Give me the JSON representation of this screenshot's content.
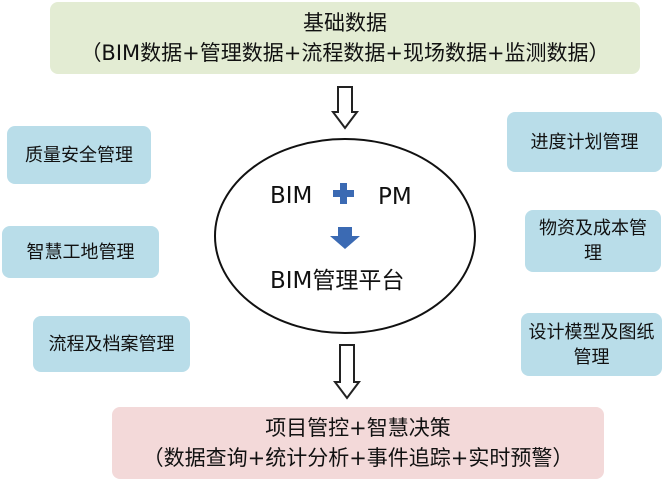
{
  "top": {
    "title": "基础数据",
    "subtitle": "（BIM数据+管理数据+流程数据+现场数据+监测数据）"
  },
  "left_boxes": [
    "质量安全管理",
    "智慧工地管理",
    "流程及档案管理"
  ],
  "right_boxes": [
    "进度计划管理",
    "物资及成本管理",
    "设计模型及图纸管理"
  ],
  "center": {
    "bim": "BIM",
    "pm": "PM",
    "platform": "BIM管理平台"
  },
  "bottom": {
    "title": "项目管控+智慧决策",
    "subtitle": "（数据查询+统计分析+事件追踪+实时预警）"
  },
  "colors": {
    "top_fill": "#e3ecd3",
    "side_fill": "#b9dde9",
    "bottom_fill": "#f3d9d9",
    "accent_blue": "#3b6ab3"
  }
}
